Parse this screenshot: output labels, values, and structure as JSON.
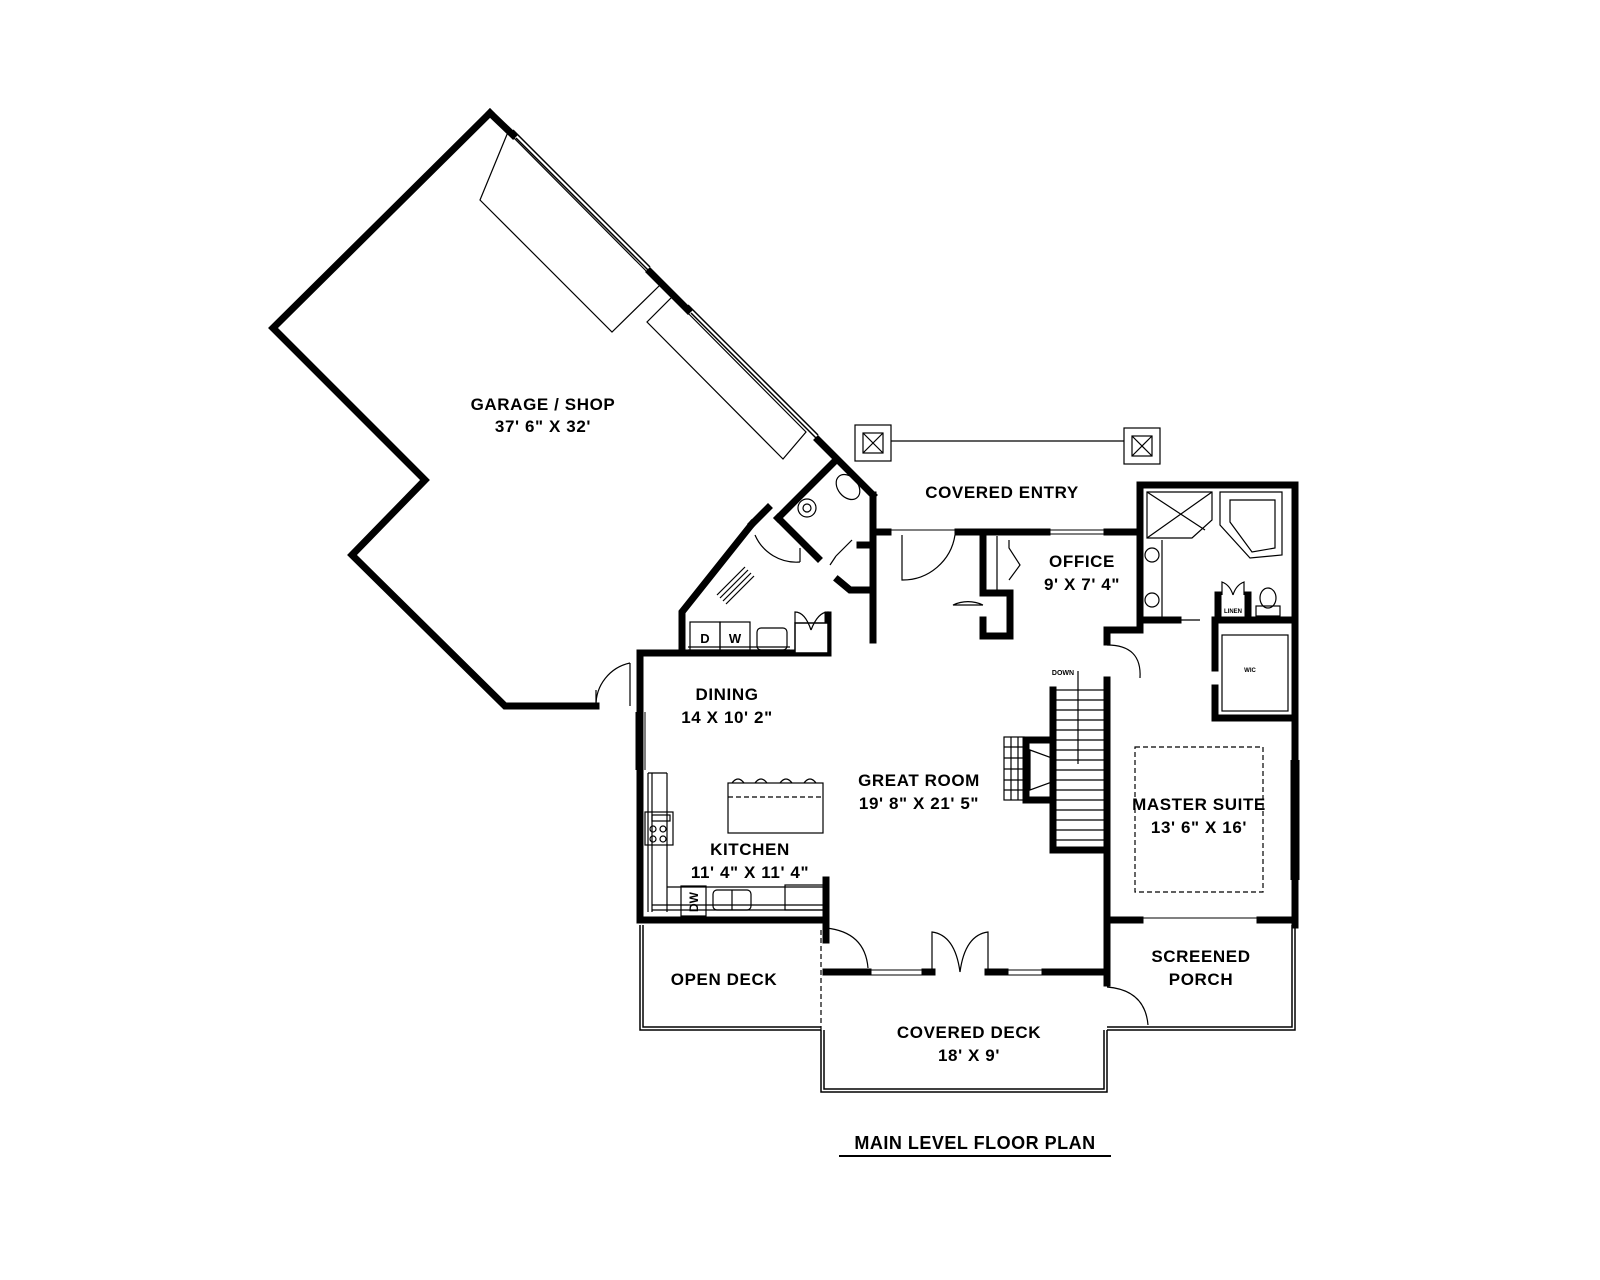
{
  "plan": {
    "title": "MAIN LEVEL FLOOR PLAN",
    "rooms": {
      "garage": {
        "name": "GARAGE / SHOP",
        "size": "37' 6\" X 32'"
      },
      "covered_entry": {
        "name": "COVERED ENTRY"
      },
      "office": {
        "name": "OFFICE",
        "size": "9' X 7' 4\""
      },
      "dining": {
        "name": "DINING",
        "size": "14 X 10' 2\""
      },
      "great_room": {
        "name": "GREAT ROOM",
        "size": "19' 8\" X 21' 5\""
      },
      "kitchen": {
        "name": "KITCHEN",
        "size": "11' 4\" X 11' 4\""
      },
      "master_suite": {
        "name": "MASTER SUITE",
        "size": "13' 6\" X 16'"
      },
      "open_deck": {
        "name": "OPEN DECK"
      },
      "covered_deck": {
        "name": "COVERED DECK",
        "size": "18' X 9'"
      },
      "screened_porch": {
        "name": "SCREENED",
        "name2": "PORCH"
      }
    },
    "annotations": {
      "stairs": "DOWN",
      "linen": "LINEN",
      "wic": "WIC",
      "dryer": "D",
      "washer": "W",
      "dishwasher": "DW"
    }
  }
}
